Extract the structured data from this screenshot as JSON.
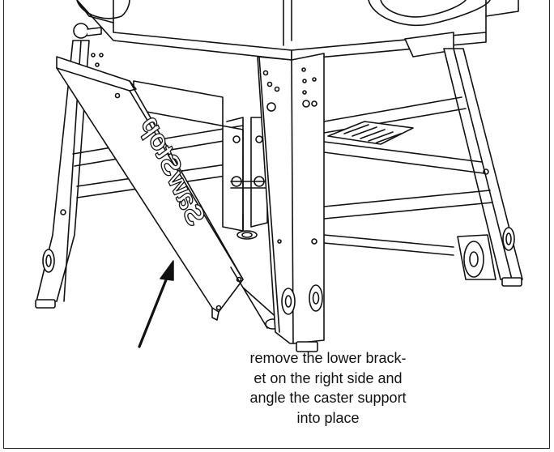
{
  "brand_text": "SawStop",
  "caption_lines": [
    "remove the lower brack-",
    "et on the right side and",
    "angle the caster support",
    "into place"
  ],
  "colors": {
    "line": "#111111",
    "background": "#ffffff"
  }
}
